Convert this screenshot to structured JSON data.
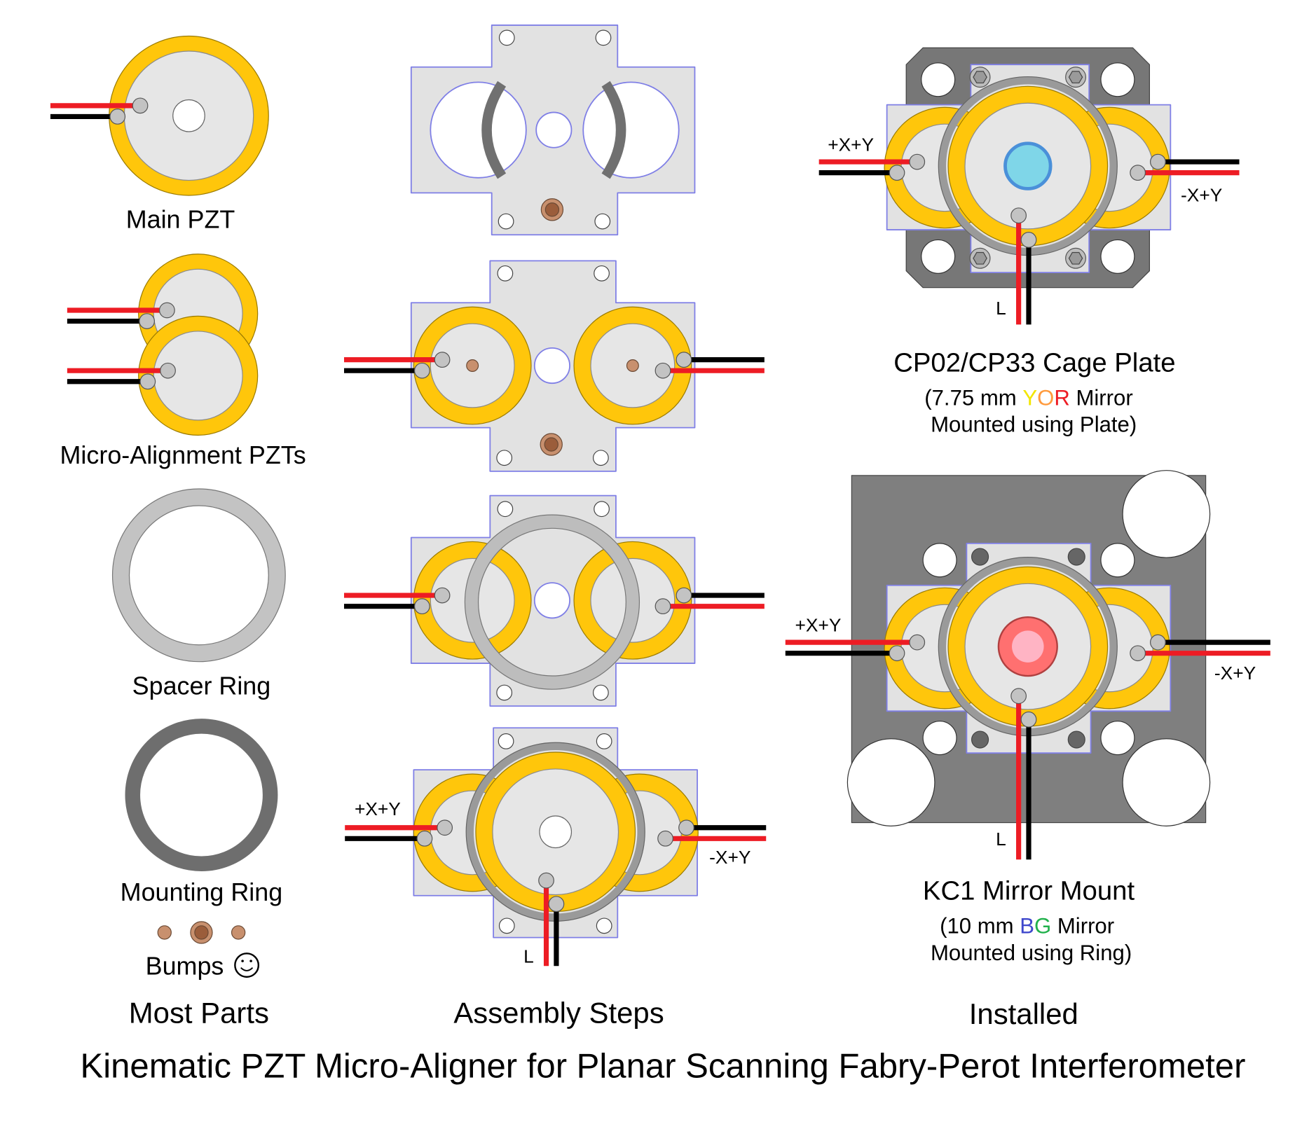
{
  "parts": {
    "main_pzt": "Main PZT",
    "micro_pzts": "Micro-Alignment PZTs",
    "spacer_ring": "Spacer Ring",
    "mounting_ring": "Mounting Ring",
    "bumps": "Bumps"
  },
  "wire_labels": {
    "plus_x_plus_y": "+X+Y",
    "minus_x_plus_y": "-X+Y",
    "l": "L"
  },
  "cage_plate": {
    "title": "CP02/CP33 Cage Plate",
    "line1_prefix": "(7.75 mm ",
    "line1_y": "Y",
    "line1_o": "O",
    "line1_r": "R",
    "line1_suffix": " Mirror",
    "line2": "Mounted using Plate)"
  },
  "kc1": {
    "title": "KC1 Mirror Mount",
    "line1_prefix": "(10 mm ",
    "line1_b": "B",
    "line1_g": "G",
    "line1_suffix": " Mirror",
    "line2": "Mounted using Ring)"
  },
  "sections": {
    "most_parts": "Most Parts",
    "assembly_steps": "Assembly Steps",
    "installed": "Installed"
  },
  "title": "Kinematic PZT Micro-Aligner for Planar Scanning Fabry-Perot Interferometer",
  "colors": {
    "pzt_ceramic": "#FFC60B",
    "electrode": "#E6E6E6",
    "red_wire": "#ED1C24",
    "black_wire": "#000000",
    "plate": "#E2E2E2",
    "plate_edge": "#7F7FE6",
    "mount_dark": "#7F7F7F",
    "yellow_text": "#F2E600",
    "orange_text": "#FF9A3C",
    "red_text": "#ED1C24",
    "blue_text": "#3F48CC",
    "green_text": "#22B14C"
  }
}
